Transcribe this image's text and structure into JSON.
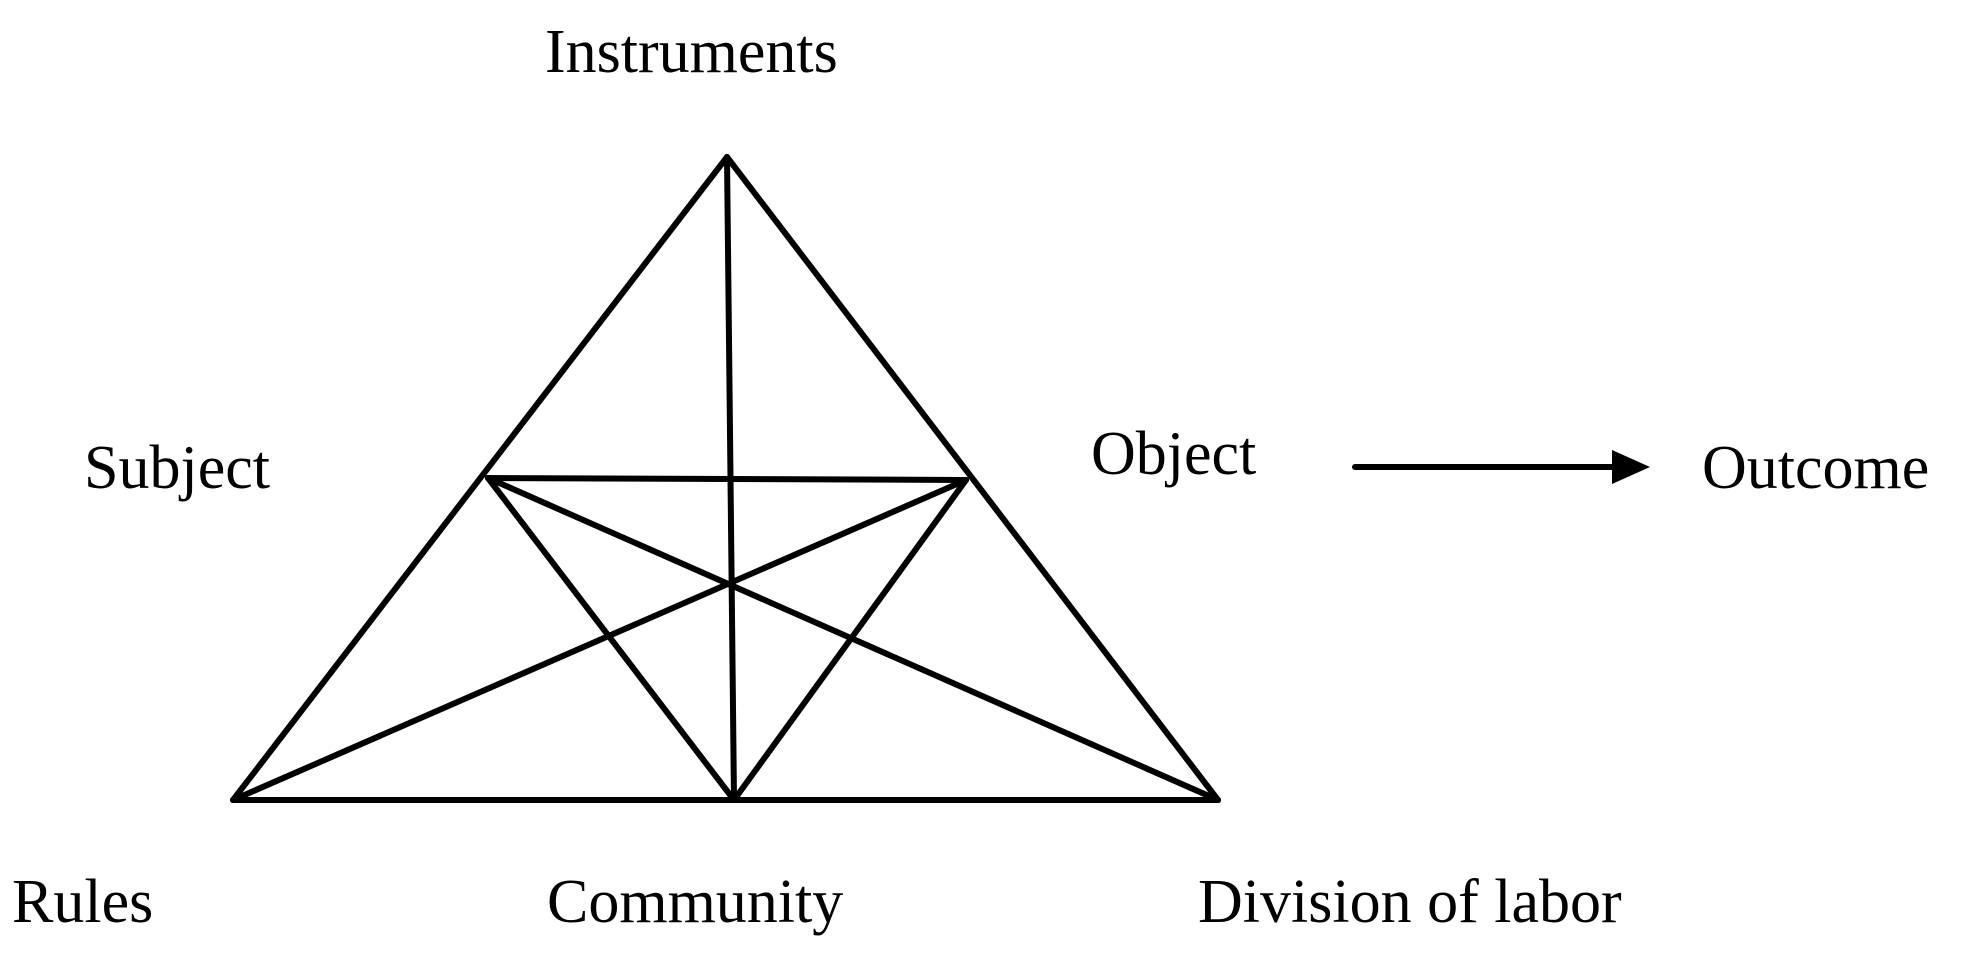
{
  "diagram": {
    "nodes": {
      "instruments": "Instruments",
      "subject": "Subject",
      "object": "Object",
      "outcome": "Outcome",
      "rules": "Rules",
      "community": "Community",
      "division_of_labor": "Division of labor"
    },
    "edges": [
      {
        "from": "Instruments",
        "to": "Rules"
      },
      {
        "from": "Instruments",
        "to": "Division of labor"
      },
      {
        "from": "Rules",
        "to": "Division of labor"
      },
      {
        "from": "Instruments",
        "to": "Community"
      },
      {
        "from": "Subject",
        "to": "Object"
      },
      {
        "from": "Subject",
        "to": "Community"
      },
      {
        "from": "Object",
        "to": "Community"
      },
      {
        "from": "Subject",
        "to": "Division of labor"
      },
      {
        "from": "Object",
        "to": "Rules"
      },
      {
        "from": "Object",
        "to": "Outcome",
        "arrow": true
      }
    ],
    "colors": {
      "line": "#000000",
      "text": "#000000",
      "background": "#ffffff"
    }
  }
}
